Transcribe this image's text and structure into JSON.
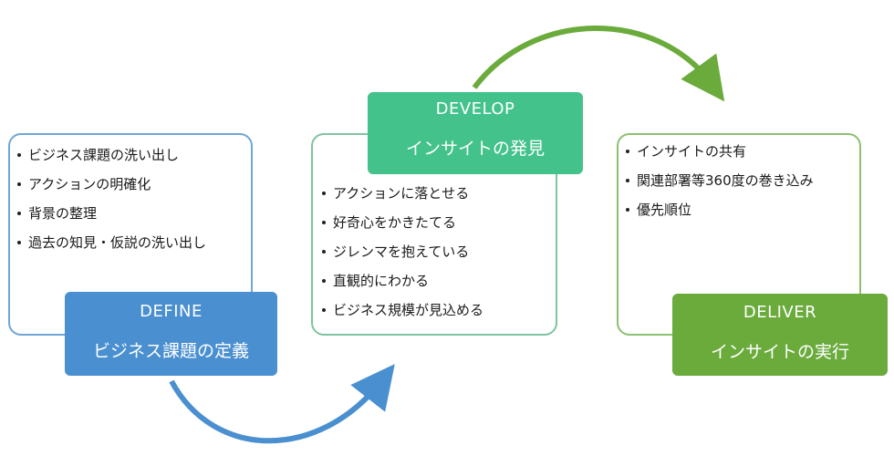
{
  "stages": [
    {
      "id": "define",
      "name": "DEFINE",
      "subtitle": "ビジネス課題の定義",
      "items": [
        "ビジネス課題の洗い出し",
        "アクションの明確化",
        "背景の整理",
        "過去の知見・仮説の洗い出し"
      ],
      "color": "#4a8fd0"
    },
    {
      "id": "develop",
      "name": "DEVELOP",
      "subtitle": "インサイトの発見",
      "items": [
        "アクションに落とせる",
        "好奇心をかきたてる",
        "ジレンマを抱えている",
        "直観的にわかる",
        "ビジネス規模が見込める"
      ],
      "color": "#43c28b"
    },
    {
      "id": "deliver",
      "name": "DELIVER",
      "subtitle": "インサイトの実行",
      "items": [
        "インサイトの共有",
        "関連部署等360度の巻き込み",
        "優先順位"
      ],
      "color": "#6aab3c"
    }
  ],
  "arrows": [
    {
      "from": "define",
      "to": "develop",
      "color": "#4a8fd0"
    },
    {
      "from": "develop",
      "to": "deliver",
      "color": "#6aab3c"
    }
  ]
}
